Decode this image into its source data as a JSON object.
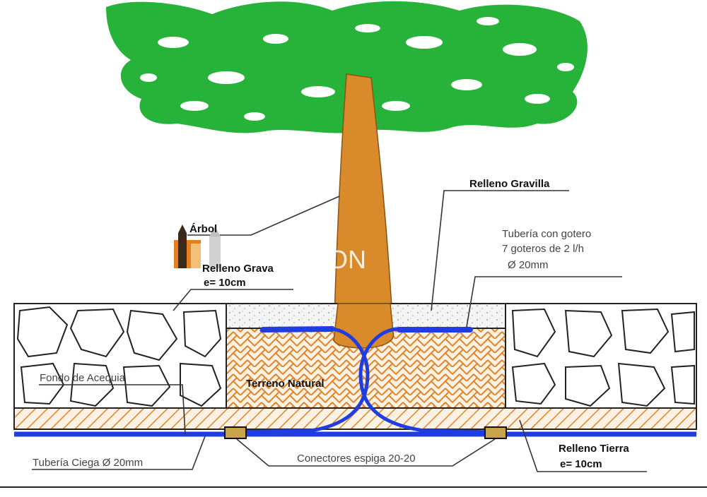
{
  "colors": {
    "foliage": "#27b33a",
    "foliage_dark": "#1e8f2c",
    "trunk": "#d98a2b",
    "trunk_edge": "#8a5412",
    "pipe": "#1f3de0",
    "hatch": "#e0852a",
    "soil_bg": "#fdf1e3",
    "gravel_bg": "#f2f2f2",
    "rock_bg": "#ffffff",
    "line": "#222222"
  },
  "labels": {
    "arbol": "Árbol",
    "relleno_grava": "Relleno Grava",
    "relleno_grava_e": "e= 10cm",
    "relleno_gravilla": "Relleno Gravilla",
    "tuberia_gotero": "Tubería con gotero",
    "goteros": "7 goteros de 2 l/h",
    "diametro": "Ø 20mm",
    "fondo_acequia": "Fondo de Acequia",
    "terreno_natural": "Terreno Natural",
    "tuberia_ciega": "Tubería Ciega Ø 20mm",
    "conectores": "Conectores espiga 20-20",
    "relleno_tierra": "Relleno Tierra",
    "relleno_tierra_e": "e= 10cm"
  },
  "watermark": {
    "text": "CION",
    "logo_icon": "church-logo-icon"
  }
}
